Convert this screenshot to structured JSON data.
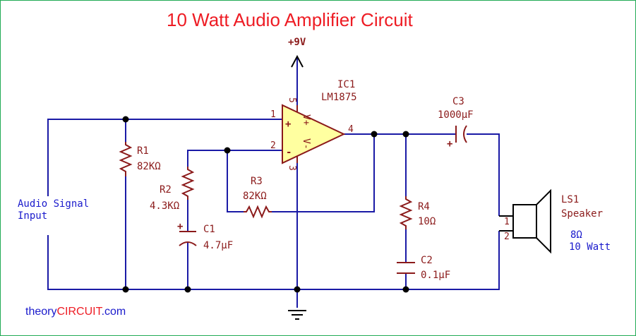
{
  "title": "10 Watt Audio Amplifier Circuit",
  "supply": "+9V",
  "ic": {
    "ref": "IC1",
    "part": "LM1875",
    "pin_plus": "+",
    "pin_minus": "-",
    "vplus": "V+",
    "vminus": "V-",
    "pins": {
      "p1": "1",
      "p2": "2",
      "p3": "3",
      "p4": "4",
      "p5": "5"
    }
  },
  "input_label": {
    "line1": "Audio Signal",
    "line2": "Input"
  },
  "components": {
    "r1": {
      "ref": "R1",
      "value": "82KΩ"
    },
    "r2": {
      "ref": "R2",
      "value": "4.3KΩ"
    },
    "r3": {
      "ref": "R3",
      "value": "82KΩ"
    },
    "r4": {
      "ref": "R4",
      "value": "10Ω"
    },
    "c1": {
      "ref": "C1",
      "value": "4.7µF",
      "polarity": "+"
    },
    "c2": {
      "ref": "C2",
      "value": "0.1µF"
    },
    "c3": {
      "ref": "C3",
      "value": "1000µF",
      "polarity": "+"
    },
    "ls1": {
      "ref": "LS1",
      "name": "Speaker",
      "impedance": "8Ω",
      "power": "10 Watt",
      "pin1": "1",
      "pin2": "2"
    }
  },
  "brand": {
    "part1": "theory",
    "part2": "CIRCUIT",
    "part3": ".com"
  },
  "colors": {
    "wire": "#1a1aa6",
    "component": "#8b1a1a",
    "title": "#ee1c24",
    "brand_accent": "#ee1c24",
    "border": "#22aa55"
  }
}
